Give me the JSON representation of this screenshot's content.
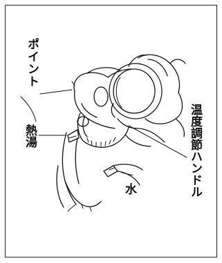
{
  "labels": {
    "point": "ポイント",
    "hot_water": "熱湯",
    "water": "水",
    "temperature_handle": "温度調節ハンドル"
  },
  "colors": {
    "ink": "#111111",
    "background": "#ffffff"
  }
}
